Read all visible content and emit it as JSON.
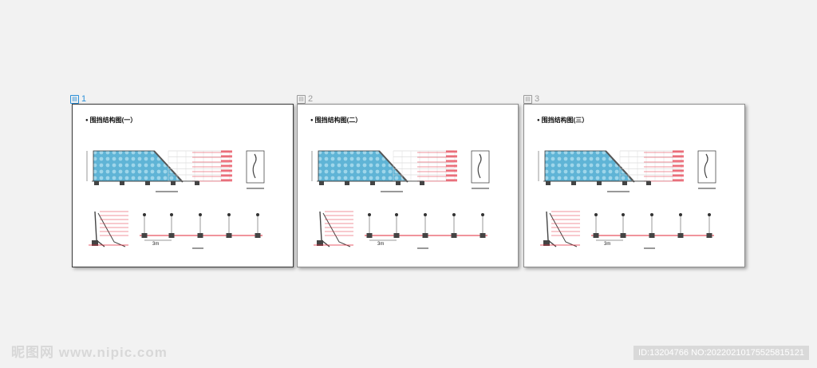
{
  "tabs": [
    {
      "number": "1",
      "icon": "page-icon",
      "active": true
    },
    {
      "number": "2",
      "icon": "page-icon",
      "active": false
    },
    {
      "number": "3",
      "icon": "page-icon",
      "active": false
    }
  ],
  "pages": [
    {
      "title": "围挡结构图(一）"
    },
    {
      "title": "围挡结构图(二）"
    },
    {
      "title": "围挡结构图(三）"
    }
  ],
  "dimension_label": "3m",
  "watermark": "昵图网 www.nipic.com",
  "image_id": "ID:13204766 NO:20220210175525815121",
  "colors": {
    "accent": "#2a8fd8",
    "annotation": "#e2283a",
    "fence_fill": "#5fb4d6"
  }
}
